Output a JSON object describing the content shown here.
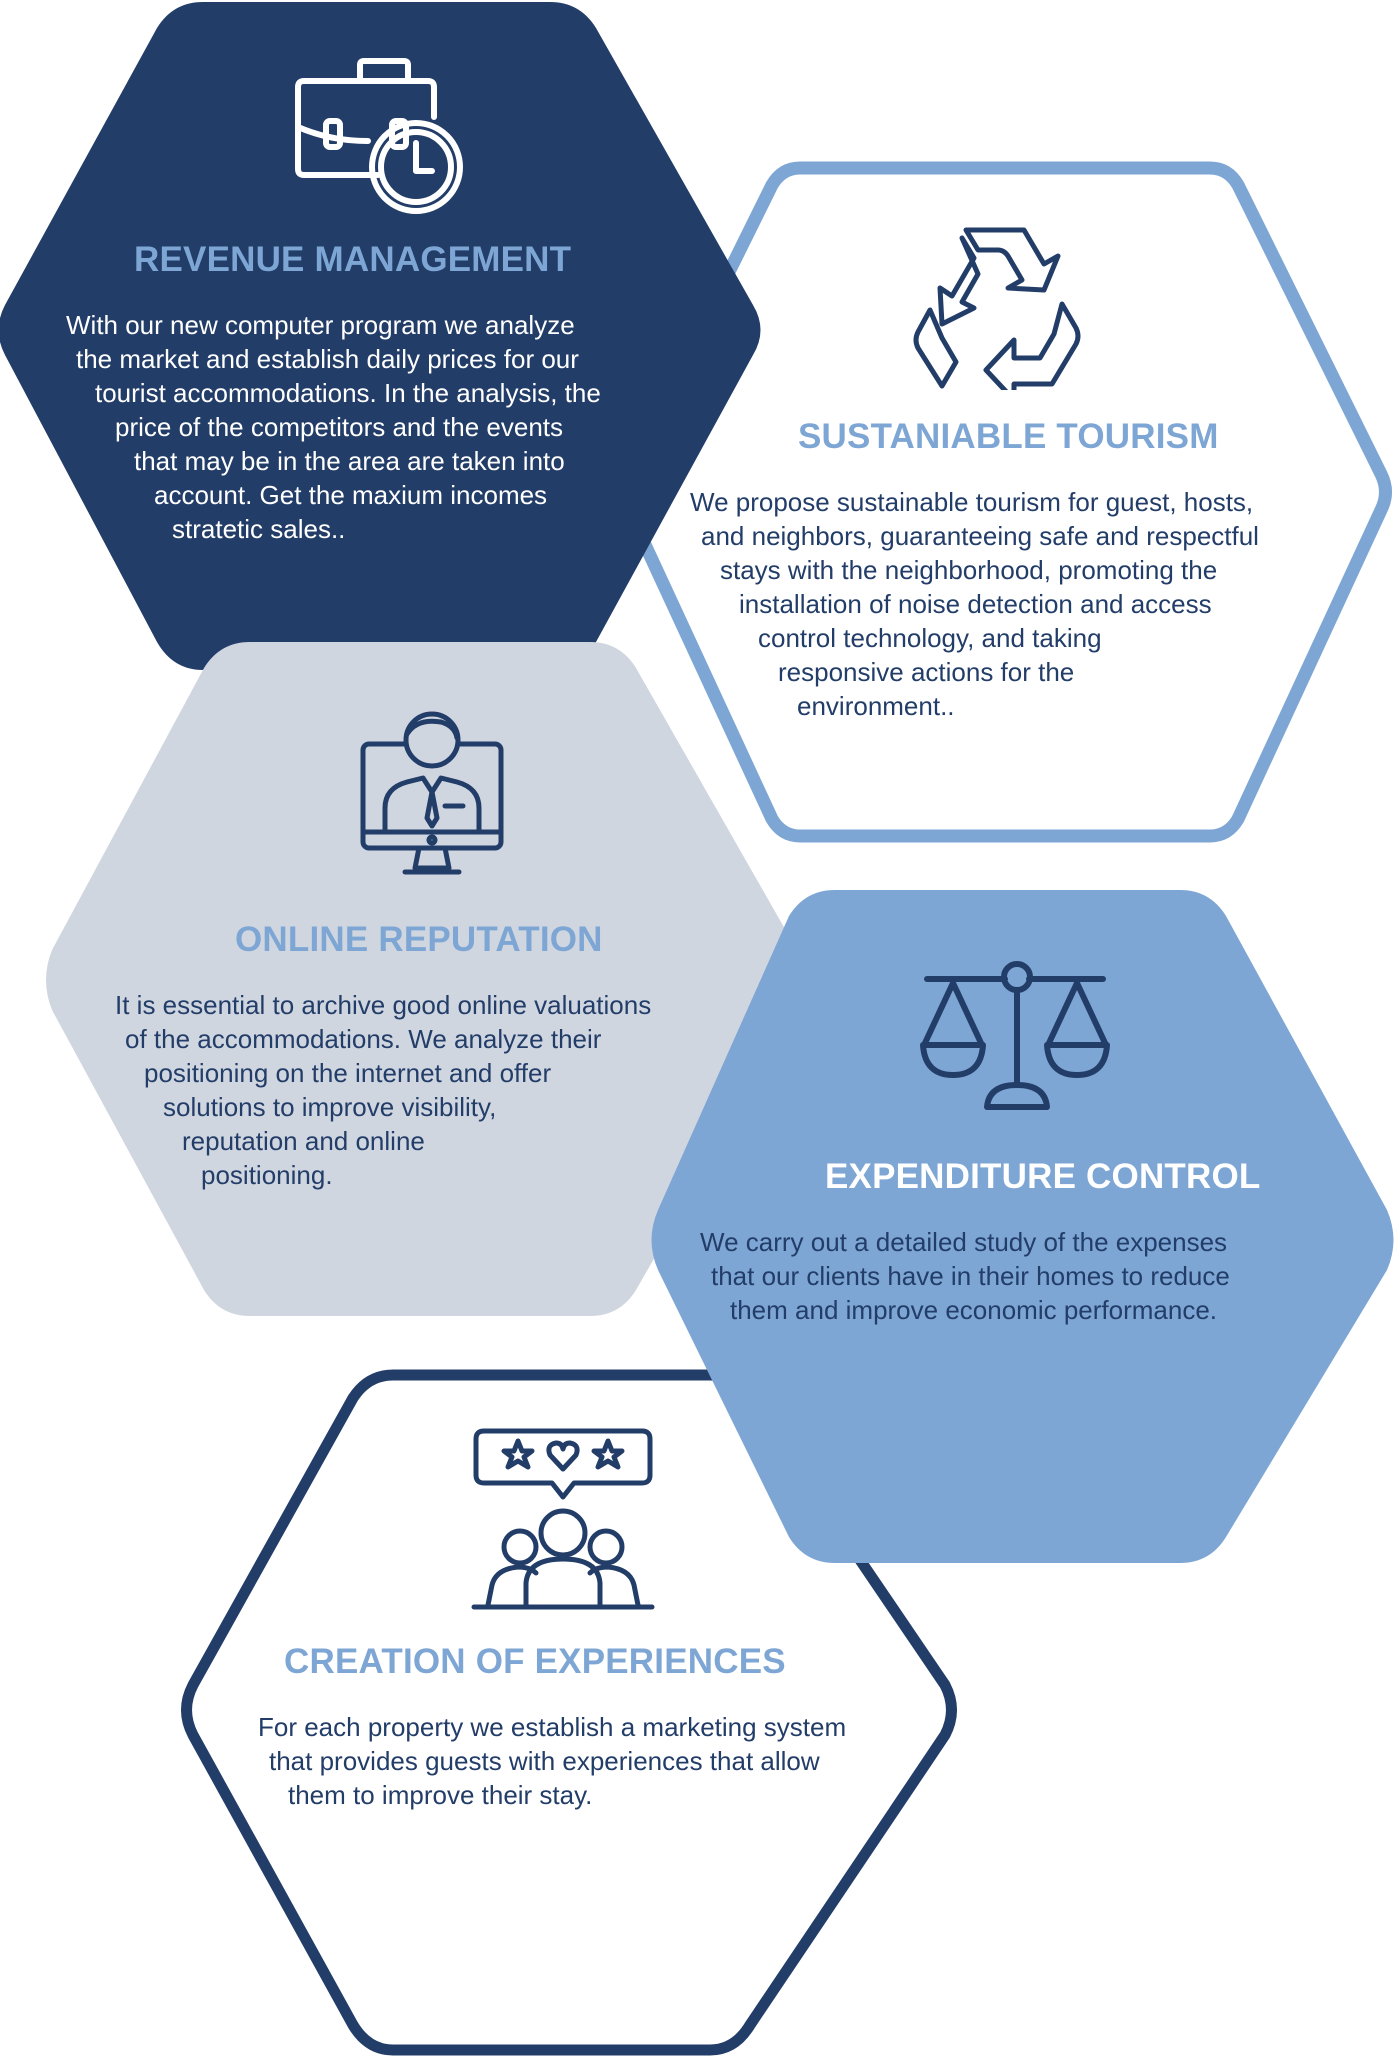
{
  "colors": {
    "navy": "#233d69",
    "light_blue": "#7ea6d4",
    "pale_gray": "#d0d6e0",
    "white": "#ffffff"
  },
  "sections": [
    {
      "icon": "briefcase-clock-icon",
      "title": "REVENUE MANAGEMENT",
      "lines": [
        "With our new computer program we analyze",
        "the market and establish daily prices for our",
        "tourist accommodations. In the analysis, the",
        "price of the competitors and the events",
        "that may be in the area are taken into",
        "account. Get the maxium incomes",
        "stratetic sales.."
      ]
    },
    {
      "icon": "recycle-icon",
      "title": "SUSTANIABLE TOURISM",
      "lines": [
        "We propose sustainable tourism for guest, hosts,",
        "and neighbors, guaranteeing safe and respectful",
        "stays with the neighborhood, promoting the",
        "installation of noise detection and access",
        "control technology, and taking",
        "responsive actions for the",
        "environment.."
      ]
    },
    {
      "icon": "monitor-person-icon",
      "title": "ONLINE REPUTATION",
      "lines": [
        "It is essential to archive good online valuations",
        "of the accommodations. We analyze their",
        "positioning on the internet and offer",
        "solutions to improve visibility,",
        "reputation and online",
        "positioning."
      ]
    },
    {
      "icon": "balance-scale-icon",
      "title": "EXPENDITURE CONTROL",
      "lines": [
        "We carry out a detailed study of the expenses",
        "that our clients have in their homes to reduce",
        "them and improve economic performance."
      ]
    },
    {
      "icon": "group-reviews-icon",
      "title": "CREATION OF EXPERIENCES",
      "lines": [
        "For each property we establish a marketing system",
        "that provides guests with experiences that allow",
        "them to improve their stay."
      ]
    }
  ]
}
